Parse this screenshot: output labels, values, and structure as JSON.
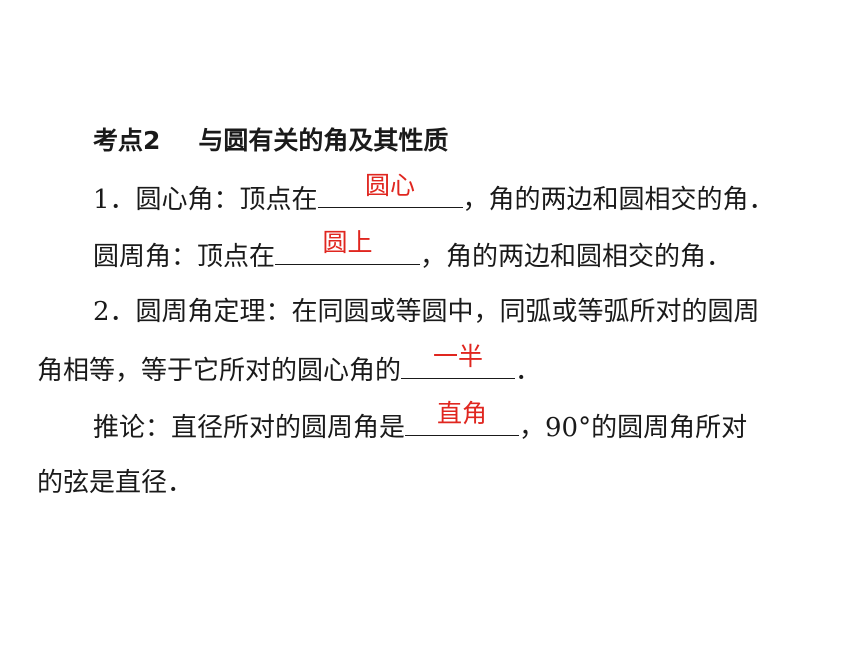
{
  "heading": {
    "number": "考点2",
    "title": "与圆有关的角及其性质"
  },
  "p1": {
    "prefix": "1．圆心角：顶点在",
    "answer": "圆心",
    "suffix": "，角的两边和圆相交的角．"
  },
  "p2": {
    "prefix": "圆周角：顶点在",
    "answer": "圆上",
    "suffix": "，角的两边和圆相交的角．"
  },
  "p3": {
    "line1": "2．圆周角定理：在同圆或等圆中，同弧或等弧所对的圆周",
    "line2_prefix": "角相等，等于它所对的圆心角的",
    "answer": "一半",
    "line2_suffix": "．"
  },
  "p4": {
    "prefix": "推论：直径所对的圆周角是",
    "answer": "直角",
    "suffix": "，90°的圆周角所对",
    "line2": "的弦是直径．"
  }
}
